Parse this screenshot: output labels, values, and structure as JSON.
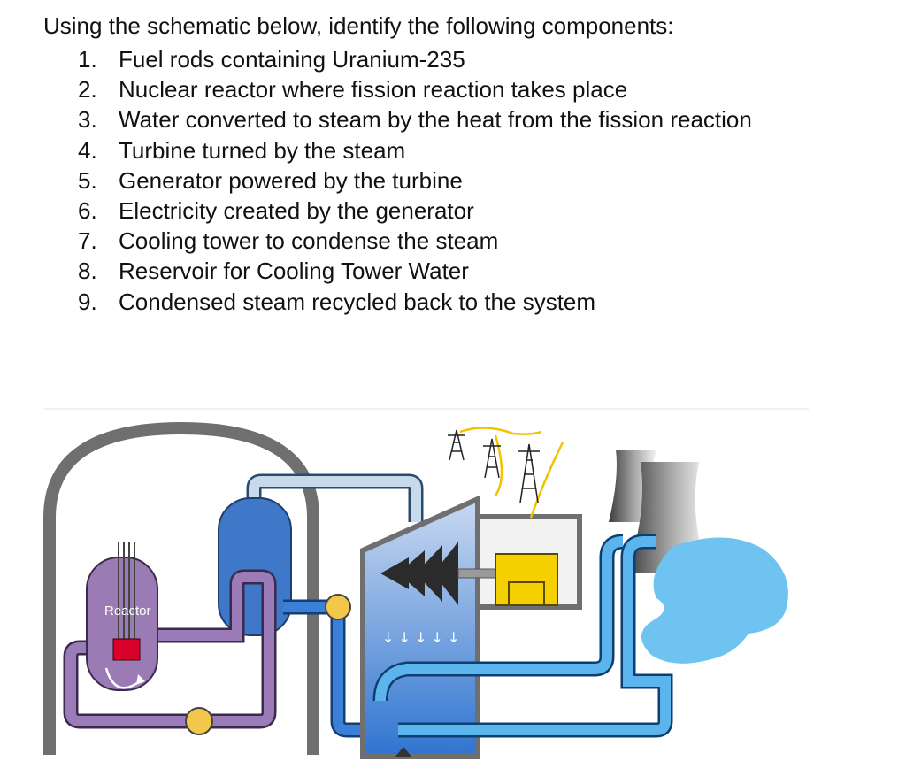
{
  "instructions": "Using the schematic below, identify the following components:",
  "items": [
    {
      "num": "1.",
      "text": "Fuel rods containing Uranium-235"
    },
    {
      "num": "2.",
      "text": "Nuclear reactor where fission reaction takes place"
    },
    {
      "num": "3.",
      "text": "Water converted to steam by the heat from the fission reaction"
    },
    {
      "num": "4.",
      "text": "Turbine turned by the steam"
    },
    {
      "num": "5.",
      "text": "Generator powered by the turbine"
    },
    {
      "num": "6.",
      "text": "Electricity created by the generator"
    },
    {
      "num": "7.",
      "text": "Cooling tower to condense the steam"
    },
    {
      "num": "8.",
      "text": "Reservoir for Cooling Tower Water"
    },
    {
      "num": "9.",
      "text": "Condensed steam recycled back to the system"
    }
  ],
  "diagram": {
    "reactor_label": "Reactor",
    "colors": {
      "containment": "#6f6f6f",
      "reactor_vessel": "#9a7bb3",
      "primary_loop": "#8e6aa8",
      "steam_generator": "#3f78c8",
      "steam_line": "#b9cfe8",
      "condenser": "#3b7fd6",
      "cooling_loop": "#5bb4ec",
      "pump": "#f3c84a",
      "generator": "#f5d000",
      "power_line": "#f2c200",
      "fuel_rods": "#d8002a",
      "reservoir": "#6ec3f0"
    }
  }
}
